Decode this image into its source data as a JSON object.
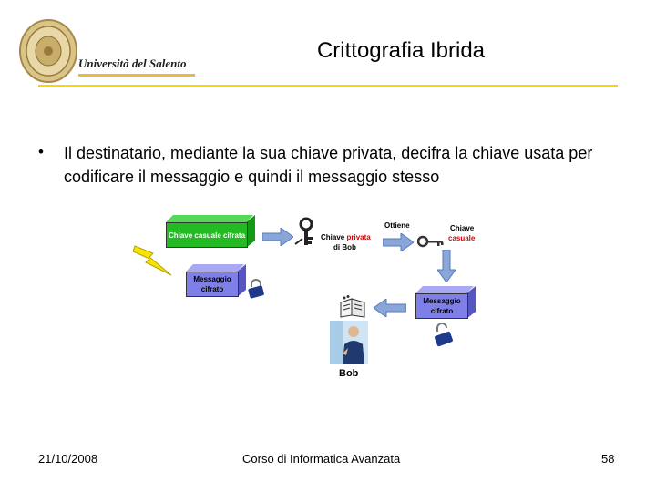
{
  "header": {
    "university_name": "Università del Salento",
    "title": "Crittografia Ibrida"
  },
  "bullet": {
    "marker": "•",
    "text": "Il destinatario, mediante la sua chiave privata, decifra la chiave usata per codificare il messaggio e quindi il messaggio stesso"
  },
  "diagram": {
    "encrypted_key_box": "Chiave casuale cifrata",
    "encrypted_message_top": "Messaggio cifrato",
    "private_key_label_1": "Chiave ",
    "private_key_label_2": "privata",
    "private_key_label_3": "di Bob",
    "obtains_label": "Ottiene",
    "random_key_label_1": "Chiave",
    "random_key_label_2": "casuale",
    "encrypted_message_right": "Messaggio cifrato",
    "bob_label": "Bob",
    "colors": {
      "green_box": "#22bb22",
      "purple_box": "#7f7fe8",
      "arrow": "#8aa6d8",
      "red_text": "#e00000",
      "title_rule": "#f5d800"
    }
  },
  "footer": {
    "date": "21/10/2008",
    "course": "Corso di Informatica Avanzata",
    "page": "58"
  }
}
